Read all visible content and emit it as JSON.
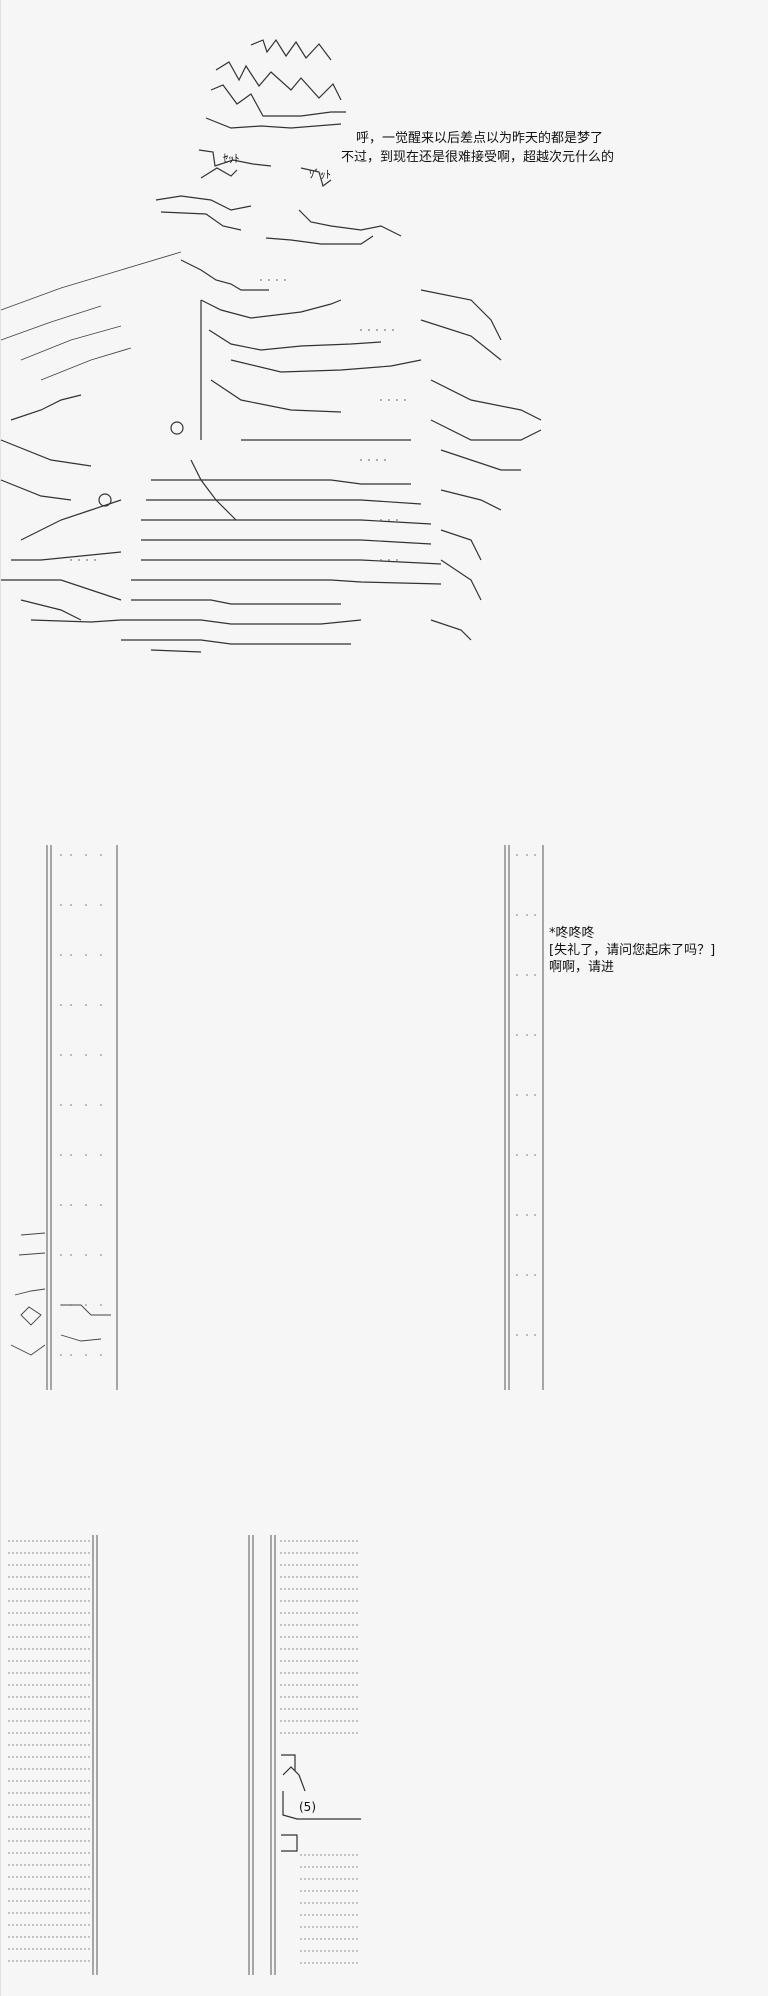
{
  "panel1": {
    "speech_line1": "呼，一觉醒来以后差点以为昨天的都是梦了",
    "speech_line2": "不过，到现在还是很难接受啊，超越次元什么的",
    "art_text_1": "ｾｯﾄ",
    "art_text_2": "ｿﾞｯﾄ"
  },
  "panel2": {
    "line1": "*咚咚咚",
    "line2": "[失礼了，请问您起床了吗？]",
    "line3": "啊啊，请进"
  },
  "panel3": {
    "note_number": "(5)"
  }
}
